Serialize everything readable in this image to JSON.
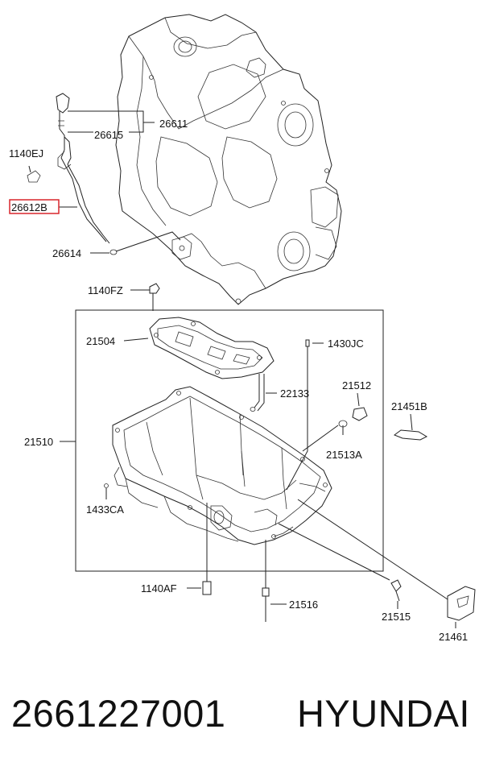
{
  "callouts": {
    "c26611": "26611",
    "c26615": "26615",
    "c1140EJ": "1140EJ",
    "c26612B": "26612B",
    "c26614": "26614",
    "c1140FZ": "1140FZ",
    "c21504": "21504",
    "c1430JC": "1430JC",
    "c22133": "22133",
    "c21512": "21512",
    "c21451B": "21451B",
    "c21510": "21510",
    "c21513A": "21513A",
    "c1433CA": "1433CA",
    "c1140AF": "1140AF",
    "c21516": "21516",
    "c21515": "21515",
    "c21461": "21461"
  },
  "highlight_color": "#d9262c",
  "footer": {
    "part_number": "2661227001",
    "brand": "HYUNDAI"
  }
}
